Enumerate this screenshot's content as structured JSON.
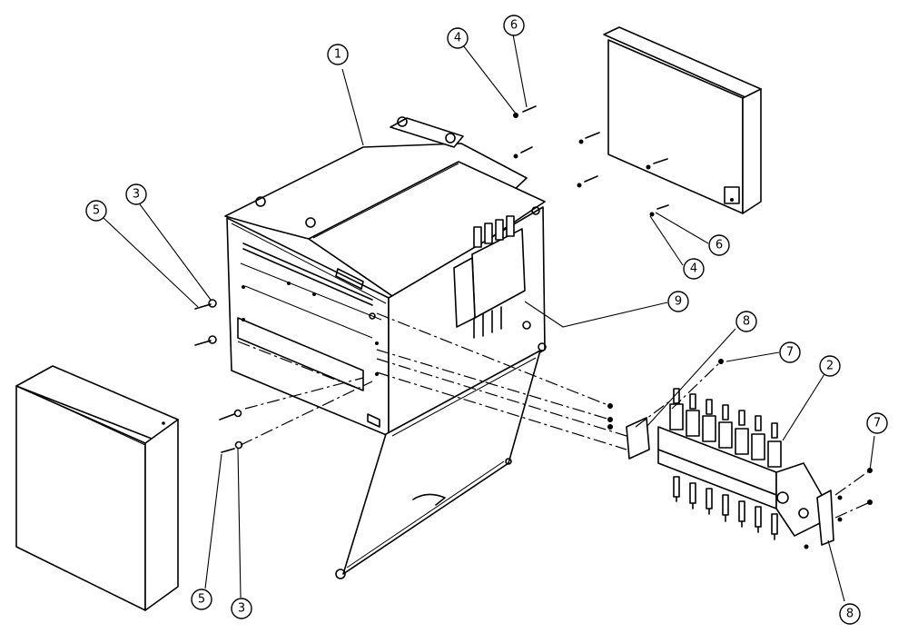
{
  "balloons": [
    {
      "id": "b1",
      "label": "1"
    },
    {
      "id": "b4-top",
      "label": "4"
    },
    {
      "id": "b6-top",
      "label": "6"
    },
    {
      "id": "b5-left",
      "label": "5"
    },
    {
      "id": "b3-left",
      "label": "3"
    },
    {
      "id": "b6-right",
      "label": "6"
    },
    {
      "id": "b4-right",
      "label": "4"
    },
    {
      "id": "b9",
      "label": "9"
    },
    {
      "id": "b8-top",
      "label": "8"
    },
    {
      "id": "b7-top",
      "label": "7"
    },
    {
      "id": "b2",
      "label": "2"
    },
    {
      "id": "b7-right",
      "label": "7"
    },
    {
      "id": "b8-bottom",
      "label": "8"
    },
    {
      "id": "b5-bottom",
      "label": "5"
    },
    {
      "id": "b3-bottom",
      "label": "3"
    }
  ]
}
